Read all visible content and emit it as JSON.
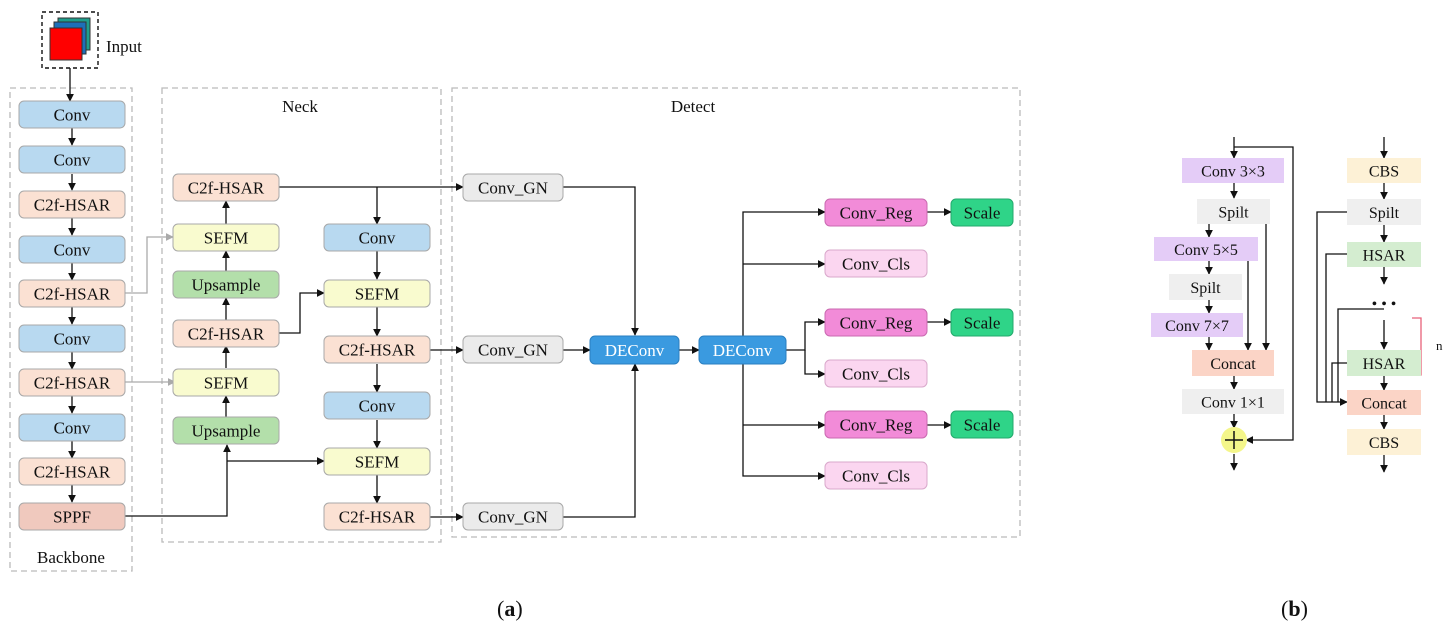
{
  "input_label": "Input",
  "sections": {
    "backbone": "Backbone",
    "neck": "Neck",
    "detect": "Detect"
  },
  "backbone_blocks": [
    "Conv",
    "Conv",
    "C2f-HSAR",
    "Conv",
    "C2f-HSAR",
    "Conv",
    "C2f-HSAR",
    "Conv",
    "C2f-HSAR",
    "SPPF"
  ],
  "neck_left": [
    "C2f-HSAR",
    "SEFM",
    "Upsample",
    "C2f-HSAR",
    "SEFM",
    "Upsample"
  ],
  "neck_right": [
    "Conv",
    "SEFM",
    "C2f-HSAR",
    "Conv",
    "SEFM",
    "C2f-HSAR"
  ],
  "detect": {
    "conv_gn": [
      "Conv_GN",
      "Conv_GN",
      "Conv_GN"
    ],
    "deconv": [
      "DEConv",
      "DEConv"
    ],
    "heads": [
      {
        "reg": "Conv_Reg",
        "scale": "Scale",
        "cls": "Conv_Cls"
      },
      {
        "reg": "Conv_Reg",
        "scale": "Scale",
        "cls": "Conv_Cls"
      },
      {
        "reg": "Conv_Reg",
        "scale": "Scale",
        "cls": "Conv_Cls"
      }
    ]
  },
  "hsar_module": [
    "Conv 3×3",
    "Spilt",
    "Conv 5×5",
    "Spilt",
    "Conv 7×7",
    "Concat",
    "Conv 1×1"
  ],
  "c2f_module": [
    "CBS",
    "Spilt",
    "HSAR",
    "• • •",
    "HSAR",
    "Concat",
    "CBS"
  ],
  "n_label": "n",
  "captions": {
    "a": "a",
    "b": "b"
  },
  "colors": {
    "conv": "#b8d9f0",
    "c2f_hsar": "#fbe1d3",
    "sefm": "#f9fbcf",
    "upsample": "#b3dfaa",
    "sppf": "#f0c9be",
    "conv_gn": "#ebebeb",
    "deconv": "#3a9ae0",
    "conv_reg": "#f28bd8",
    "conv_cls": "#fbd6f0",
    "scale": "#2fd488",
    "purple": "#e4ccf7",
    "gray_light": "#efefef",
    "cbs": "#fdf1d6",
    "hsar": "#d4edd0",
    "concat": "#fbd4c6",
    "plus": "#f4f68a"
  }
}
